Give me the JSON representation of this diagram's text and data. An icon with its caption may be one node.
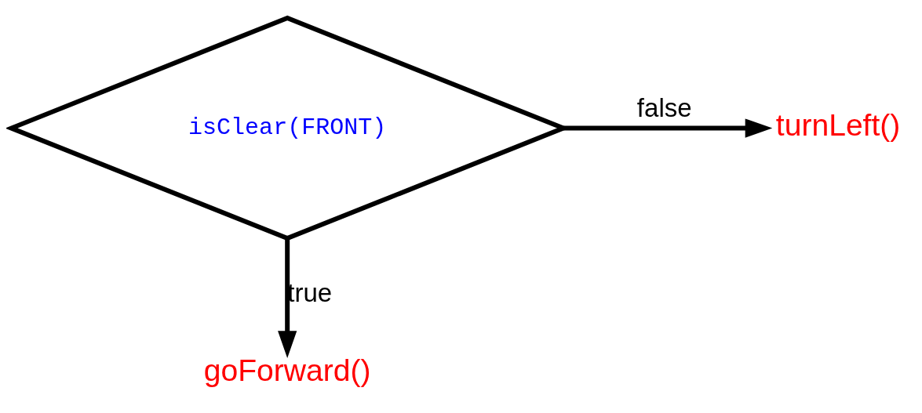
{
  "diagram": {
    "nodes": [
      {
        "text": [
          "isClear(FRONT)"
        ]
      },
      {
        "text": [
          "turnLeft()"
        ]
      },
      {
        "text": [
          "goForward()"
        ]
      }
    ],
    "edges": [
      {
        "from": 0,
        "to": 1,
        "arrow": "to",
        "label": "false"
      },
      {
        "from": 0,
        "to": 2,
        "arrow": "to",
        "label": "true"
      }
    ]
  }
}
